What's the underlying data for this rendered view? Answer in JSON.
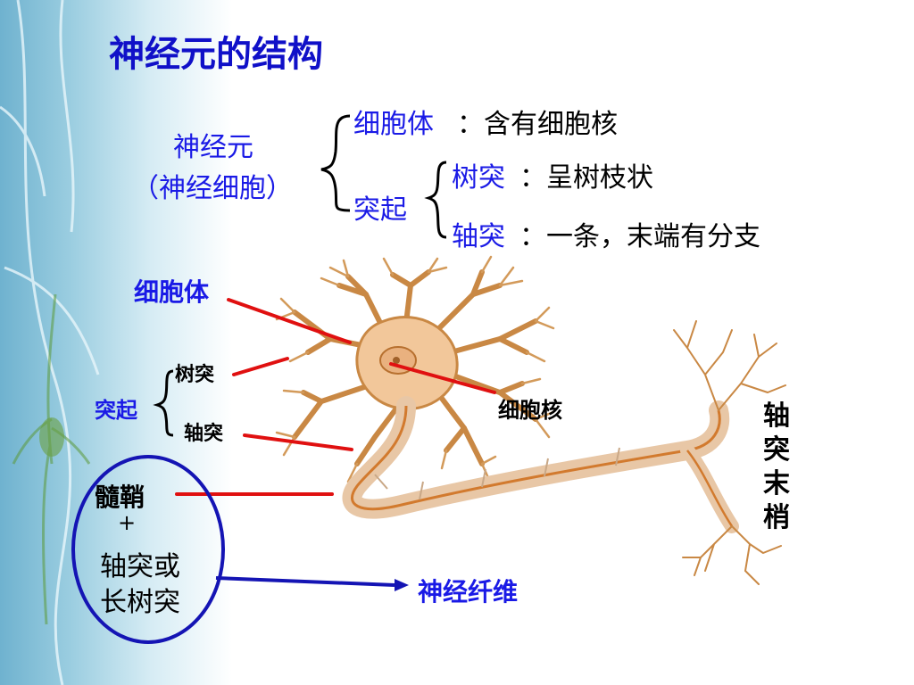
{
  "title": "神经元的结构",
  "top_diagram": {
    "neuron": "神经元",
    "neuron_alias": "（神经细胞）",
    "cell_body": "细胞体",
    "cell_body_desc": "：含有细胞核",
    "process": "突起",
    "dendrite": "树突",
    "dendrite_desc": "：呈树枝状",
    "axon": "轴突",
    "axon_desc": "：一条，末端有分支"
  },
  "labels": {
    "cell_body": "细胞体",
    "dendrite": "树突",
    "process": "突起",
    "axon": "轴突",
    "nucleus": "细胞核",
    "axon_terminal": "轴突末梢",
    "myelin": "髓鞘",
    "plus": "+",
    "axon_or": "轴突或",
    "long_dendrite": "长树突",
    "nerve_fiber": "神经纤维"
  },
  "colors": {
    "title": "#1010c8",
    "label_blue": "#1a1ae6",
    "pointer_red": "#e01010",
    "arrow_blue": "#1414b4",
    "neuron_fill": "#f2c79a",
    "neuron_stroke": "#b7702f"
  }
}
